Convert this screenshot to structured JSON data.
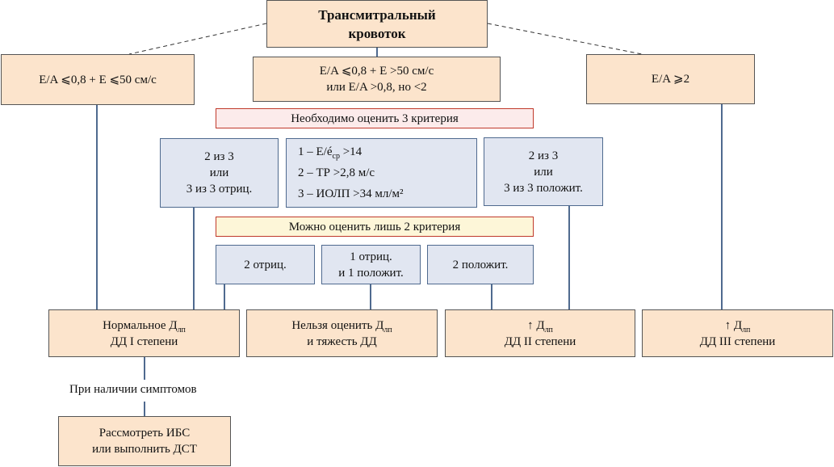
{
  "top": {
    "line1": "Трансмитральный",
    "line2": "кровоток"
  },
  "left_cond": "E/A ⩽0,8  +  E ⩽50 см/с",
  "mid_cond": {
    "line1": "E/A ⩽0,8 + E >50 см/с",
    "line2": "или E/A >0,8, но <2"
  },
  "right_cond": "E/A ⩾2",
  "three_criteria_header": "Необходимо оценить 3 критерия",
  "neg_3": {
    "line1": "2 из 3",
    "line2": "или",
    "line3": "3 из 3 отриц."
  },
  "criteria": {
    "c1_prefix": "1 – E/é",
    "c1_sub": "ср",
    "c1_suffix": " >14",
    "c2": "2 – ТР >2,8 м/с",
    "c3": "3 – ИОЛП >34 мл/м²"
  },
  "pos_3": {
    "line1": "2 из 3",
    "line2": "или",
    "line3": "3 из 3 положит."
  },
  "two_criteria_header": "Можно оценить лишь 2 критерия",
  "two_neg": "2 отриц.",
  "one_each": {
    "line1": "1 отриц.",
    "line2": "и 1 положит."
  },
  "two_pos": "2 положит.",
  "outcome_normal": {
    "prefix": "Нормальное Д",
    "sub": "лп",
    "line2": "ДД I степени"
  },
  "outcome_unknown": {
    "prefix": "Нельзя оценить Д",
    "sub": "лп",
    "line2": "и тяжесть ДД"
  },
  "outcome_dd2": {
    "prefix": "↑ Д",
    "sub": "лп",
    "line2": "ДД II степени"
  },
  "outcome_dd3": {
    "prefix": "↑ Д",
    "sub": "лп",
    "line2": "ДД III степени"
  },
  "symptoms_caption": "При наличии симптомов",
  "ihd": {
    "line1": "Рассмотреть ИБС",
    "line2": "или выполнить ДСТ"
  }
}
